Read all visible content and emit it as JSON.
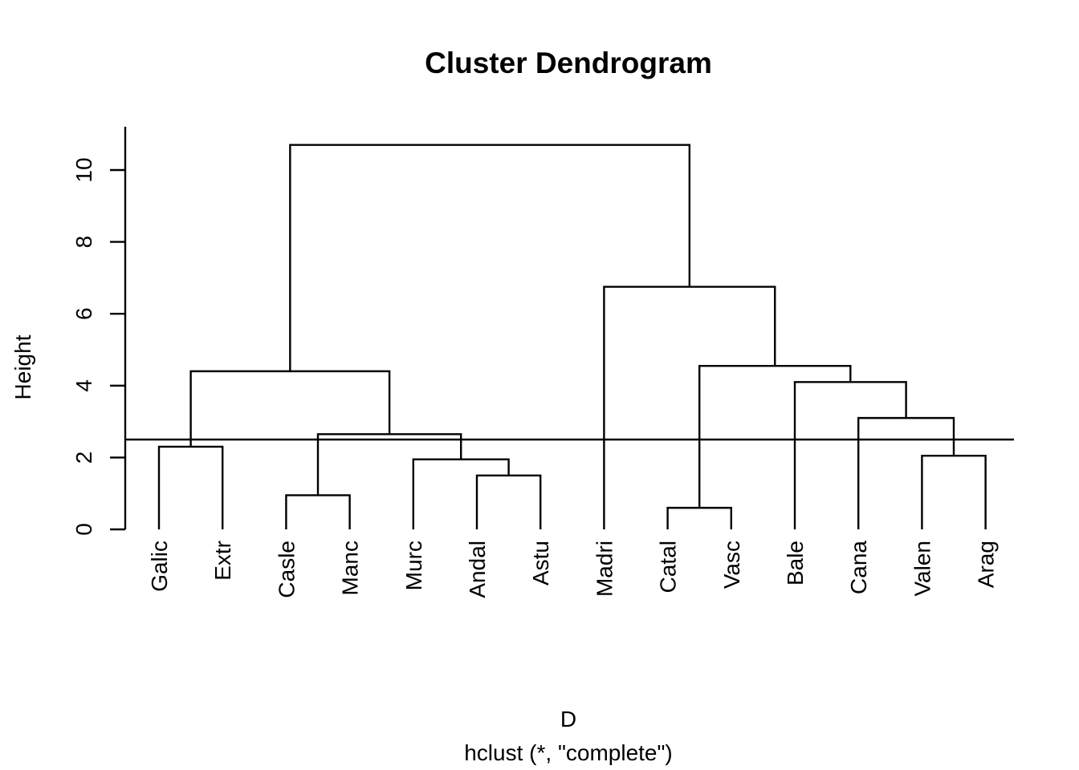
{
  "title": "Cluster Dendrogram",
  "y_axis": {
    "label": "Height",
    "tick_labels": [
      "0",
      "2",
      "4",
      "6",
      "8",
      "10"
    ],
    "tick_values": [
      0,
      2,
      4,
      6,
      8,
      10
    ]
  },
  "x_axis": {
    "label": "D",
    "sub_label": "hclust (*, \"complete\")"
  },
  "colors": {
    "line": "#000000",
    "text": "#000000",
    "background": "#ffffff"
  },
  "chart_data": {
    "type": "dendrogram",
    "title": "Cluster Dendrogram",
    "ylabel": "Height",
    "xlabel": "D",
    "method_caption": "hclust (*, \"complete\")",
    "ylim": [
      0,
      10.7
    ],
    "grid": false,
    "leaves": [
      "Galic",
      "Extr",
      "Casle",
      "Manc",
      "Murc",
      "Andal",
      "Astu",
      "Madri",
      "Catal",
      "Vasc",
      "Bale",
      "Cana",
      "Valen",
      "Arag"
    ],
    "merges": [
      {
        "a": -9,
        "b": -10,
        "height": 0.6
      },
      {
        "a": -3,
        "b": -4,
        "height": 0.95
      },
      {
        "a": -6,
        "b": -7,
        "height": 1.5
      },
      {
        "a": -5,
        "b": 3,
        "height": 1.95
      },
      {
        "a": -13,
        "b": -14,
        "height": 2.05
      },
      {
        "a": -1,
        "b": -2,
        "height": 2.3
      },
      {
        "a": 2,
        "b": 4,
        "height": 2.65
      },
      {
        "a": -12,
        "b": 5,
        "height": 3.1
      },
      {
        "a": -11,
        "b": 8,
        "height": 4.1
      },
      {
        "a": 6,
        "b": 7,
        "height": 4.4
      },
      {
        "a": 1,
        "b": 9,
        "height": 4.55
      },
      {
        "a": -8,
        "b": 11,
        "height": 6.75
      },
      {
        "a": 10,
        "b": 12,
        "height": 10.7
      }
    ],
    "cut_line_height": 2.5
  }
}
